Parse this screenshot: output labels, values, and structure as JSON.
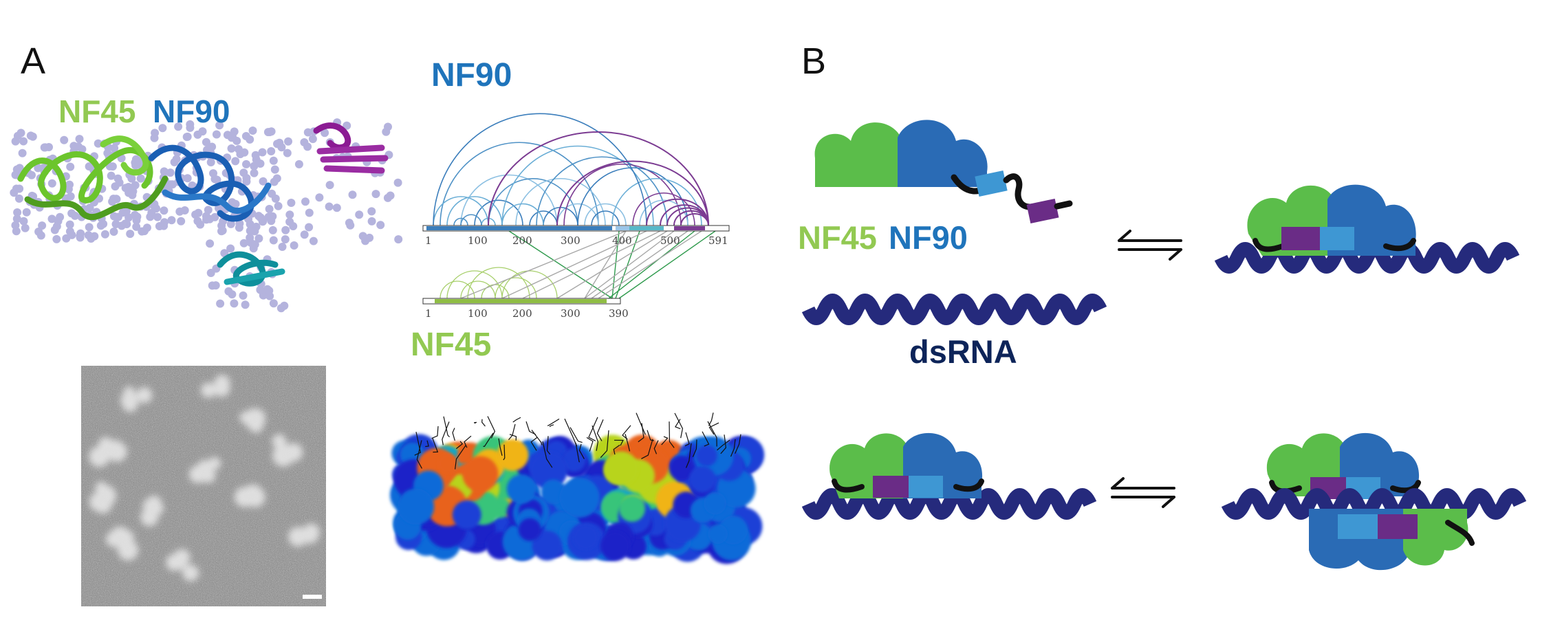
{
  "panels": {
    "a": "A",
    "b": "B"
  },
  "labels": {
    "nf45": "NF45",
    "nf90": "NF90",
    "dsrna": "dsRNA"
  },
  "crosslink_map": {
    "nf90_ticks": [
      "1",
      "100",
      "200",
      "300",
      "400",
      "500",
      "591"
    ],
    "nf45_ticks": [
      "1",
      "100",
      "200",
      "300",
      "390"
    ]
  },
  "colors": {
    "nf45_green": "#5bbd4a",
    "nf90_blue": "#2a6bb5",
    "zinc_light_blue": "#3e97d3",
    "dsrbd_purple": "#6a2c86",
    "rna_navy": "#252a7c",
    "label_green": "#92c952",
    "label_blue": "#1f74bb",
    "dsrna_label": "#0d2459"
  },
  "icons": [
    "equilibrium-arrows-icon",
    "scale-bar-icon"
  ]
}
